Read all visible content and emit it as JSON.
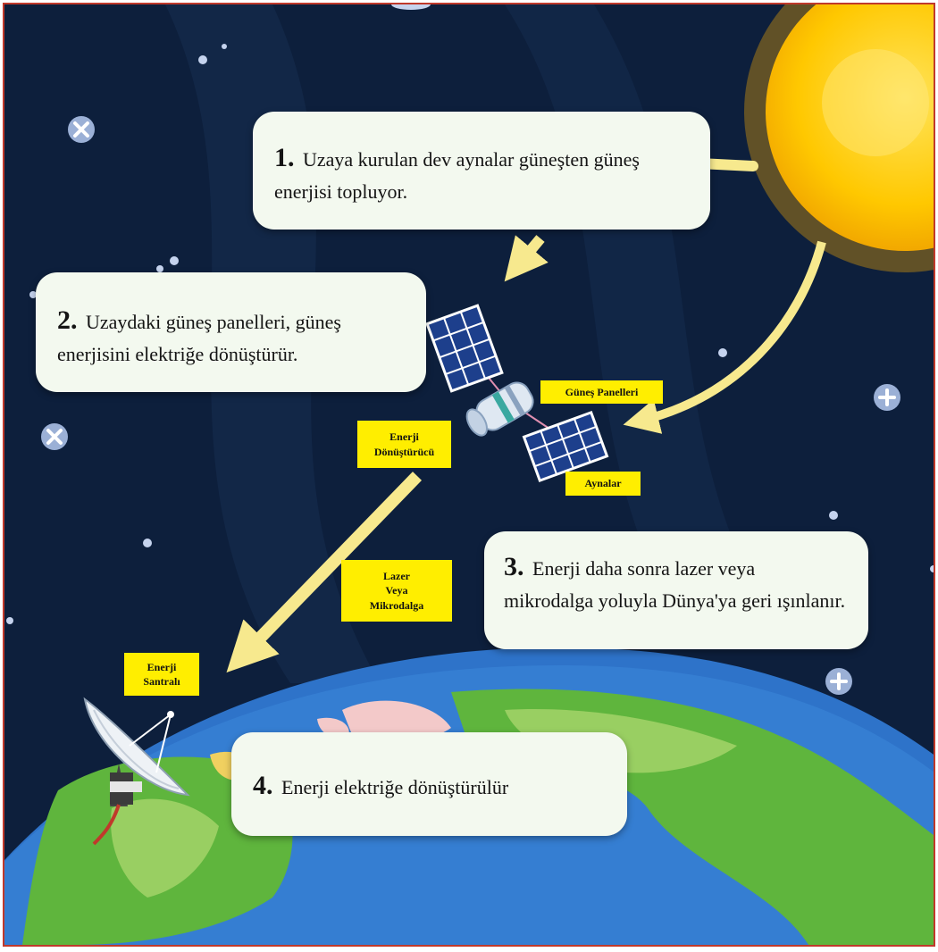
{
  "steps": [
    {
      "num": "1.",
      "text": "Uzaya kurulan dev aynalar güneşten güneş enerjisi topluyor."
    },
    {
      "num": "2.",
      "text": "Uzaydaki güneş panelleri, güneş enerjisini elektriğe dönüştürür."
    },
    {
      "num": "3.",
      "text": "Enerji daha sonra lazer veya mikrodalga yoluyla Dünya'ya geri ışınlanır."
    },
    {
      "num": "4.",
      "text": "Enerji elektriğe dönüştürülür"
    }
  ],
  "labels": {
    "solar_panels": "Güneş Panelleri",
    "mirrors": "Aynalar",
    "converter_line1": "Enerji",
    "converter_line2": "Dönüştürücü",
    "beam_line1": "Lazer",
    "beam_line2": "Veya",
    "beam_line3": "Mikrodalga",
    "plant_line1": "Enerji",
    "plant_line2": "Santralı"
  },
  "icons": [
    "sun-icon",
    "satellite-icon",
    "earth-icon",
    "satellite-dish-icon",
    "star-icon"
  ],
  "colors": {
    "space": "#0d1f3c",
    "frame": "#c0392b",
    "label_bg": "#ffee00",
    "arrow": "#f7e98e",
    "sun": "#ffc400",
    "ocean": "#2e73c9",
    "land": "#5fb53d",
    "box_bg": "#f3f9ef"
  }
}
